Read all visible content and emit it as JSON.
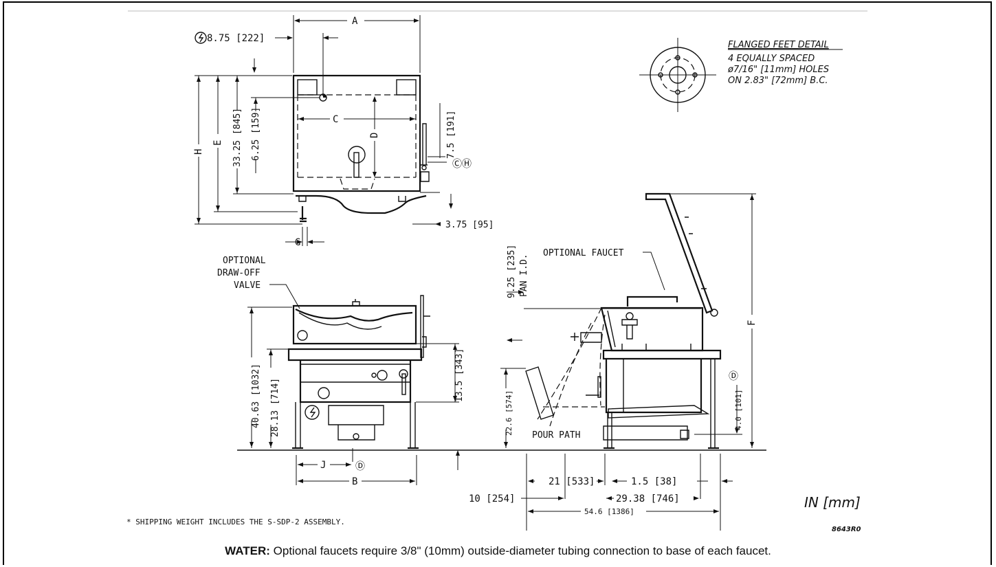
{
  "top_view": {
    "power_dim": "8.75 [222]",
    "label_A": "A",
    "label_C": "C",
    "label_D": "D",
    "label_E": "E",
    "label_H": "H",
    "label_G": "G",
    "dim_height": "33.25 [845]",
    "dim_inset": "6.25 [159]",
    "dim_7_5": "7.5 [191]",
    "dim_3_75": "3.75 [95]",
    "water_symbols": "ⒸⒽ"
  },
  "flanged_feet": {
    "title": "FLANGED FEET DETAIL",
    "line1": "4 EQUALLY SPACED",
    "line2": "ø7/16\" [11mm] HOLES",
    "line3": "ON 2.83\" [72mm] B.C."
  },
  "front_view": {
    "callout_line1": "OPTIONAL",
    "callout_line2": "DRAW-OFF",
    "callout_line3": "VALVE",
    "dim_40_63": "40.63 [1032]",
    "dim_28_13": "28.13 [714]",
    "dim_13_5": "13.5 [343]",
    "label_J": "J",
    "label_B": "B",
    "drain_symbol": "Ⓓ"
  },
  "side_view": {
    "faucet_callout": "OPTIONAL FAUCET",
    "dim_9_25": "9.25 [235]",
    "pan_id": "PAN I.D.",
    "dim_22_6": "22.6 [574]",
    "pour_path": "POUR PATH",
    "dim_21": "21 [533]",
    "dim_10": "10 [254]",
    "dim_1_5": "1.5 [38]",
    "dim_29_38": "29.38 [746]",
    "dim_54_6": "54.6 [1386]",
    "dim_4_0": "4.0 [101]",
    "label_F": "F",
    "drain_symbol": "Ⓓ"
  },
  "units": "IN [mm]",
  "shipping_note": "* SHIPPING WEIGHT INCLUDES THE S-SDP-2 ASSEMBLY.",
  "drawing_number": "8643R0",
  "water_note": {
    "label": "WATER:",
    "text": " Optional faucets require 3/8\" (10mm) outside-diameter tubing connection to base of each faucet."
  }
}
